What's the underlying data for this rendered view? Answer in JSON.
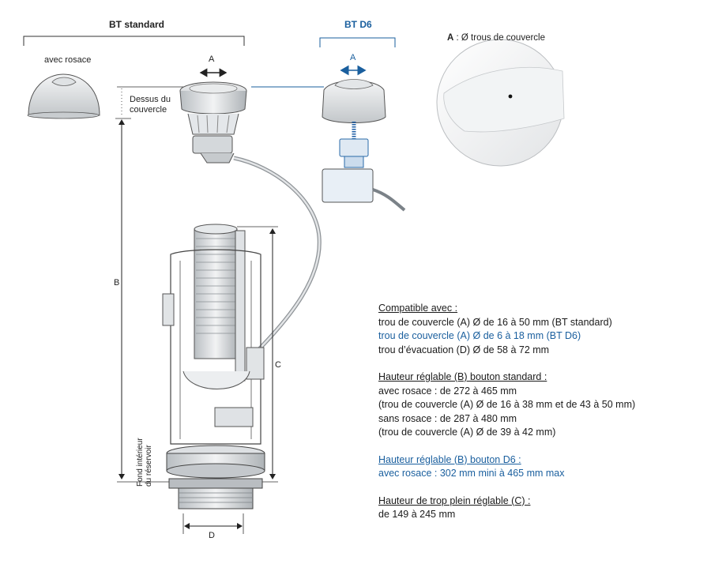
{
  "labels": {
    "bt_standard": "BT standard",
    "bt_d6": "BT D6",
    "avec_rosace": "avec rosace",
    "dessus_du": "Dessus du",
    "couvercle": "couvercle",
    "dim_a_left": "A",
    "dim_a_right": "A",
    "dim_b": "B",
    "dim_c": "C",
    "dim_d": "D",
    "fond_line1": "Fond intérieur",
    "fond_line2": "du réservoir",
    "lid_hole_key": "A",
    "lid_hole_text": " : Ø trous de couvercle"
  },
  "specs": {
    "compat": {
      "title": "Compatible avec :",
      "line1": "trou de couvercle (A) Ø de 16 à 50 mm (BT standard)",
      "line2": "trou de couvercle (A) Ø de 6 à 18 mm (BT D6)",
      "line3": "trou d’évacuation (D) Ø de 58 à 72 mm"
    },
    "standard": {
      "title": "Hauteur réglable (B) bouton standard :",
      "line1": "avec rosace : de 272 à 465 mm",
      "line2": "(trou de couvercle (A) Ø de 16 à 38 mm et de 43 à 50 mm)",
      "line3": "sans rosace : de 287 à 480 mm",
      "line4": "(trou de couvercle (A) Ø de 39 à 42 mm)"
    },
    "d6": {
      "title": "Hauteur réglable (B) bouton D6 :",
      "line1": "avec rosace : 302 mm mini à 465 mm max"
    },
    "overflow": {
      "title": "Hauteur de trop plein réglable (C) :",
      "line1": "de 149 à 245 mm"
    }
  },
  "colors": {
    "accent_blue": "#1a5f9e",
    "line_gray": "#333333",
    "part_gray": "#cfd3d6"
  }
}
